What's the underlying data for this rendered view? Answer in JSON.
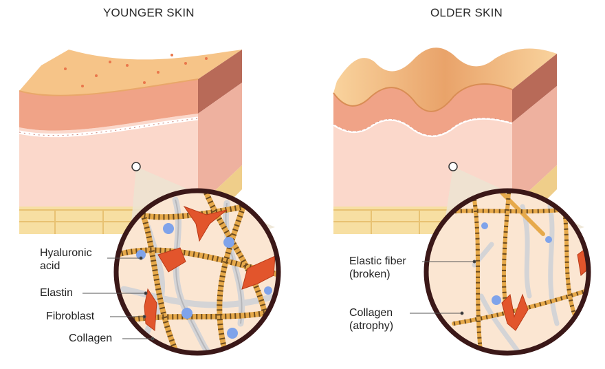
{
  "panels": {
    "younger": {
      "title": "YOUNGER SKIN",
      "labels": {
        "hyaluronic_line1": "Hyaluronic",
        "hyaluronic_line2": "acid",
        "elastin": "Elastin",
        "fibroblast": "Fibroblast",
        "collagen": "Collagen"
      }
    },
    "older": {
      "title": "OLDER SKIN",
      "labels": {
        "elastic_line1": "Elastic fiber",
        "elastic_line2": "(broken)",
        "collagen_line1": "Collagen",
        "collagen_line2": "(atrophy)"
      }
    }
  },
  "colors": {
    "epidermis_top": "#f6c488",
    "epidermis": "#f0a387",
    "dermis": "#fbd8cb",
    "dermis_side": "#eeb19f",
    "subcutis": "#f7dfa2",
    "circle_bg": "#fbe6d2",
    "circle_border": "#3b1818",
    "collagen": "#e6a94a",
    "collagen_band": "#6b4a1e",
    "elastin": "#d4d4d6",
    "fibroblast": "#e2552c",
    "hyaluronic": "#7fa3ea"
  }
}
